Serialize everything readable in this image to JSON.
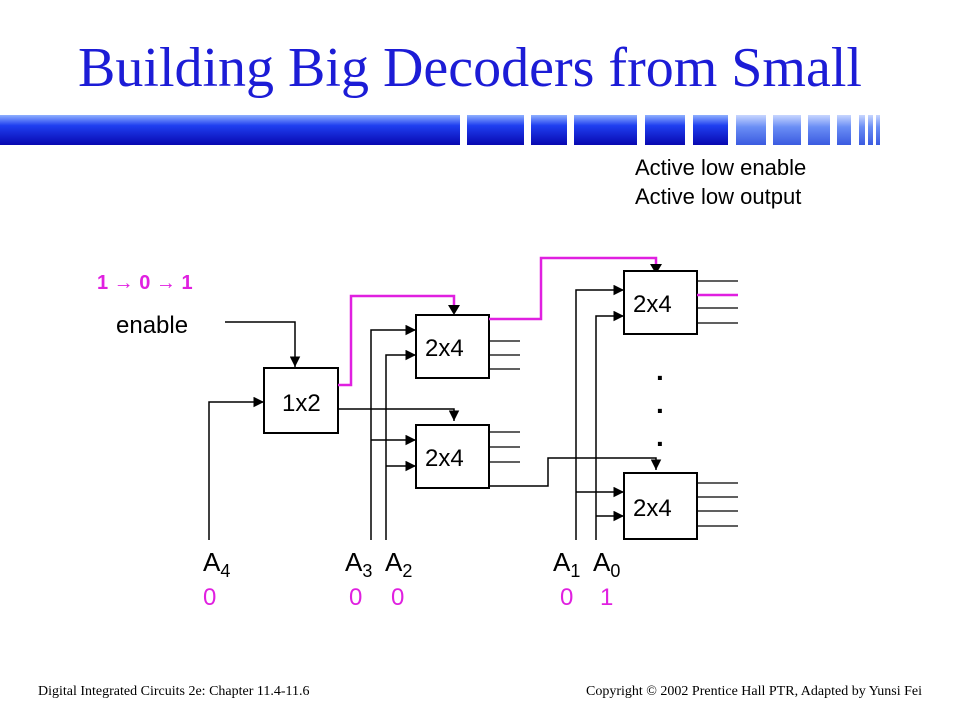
{
  "slide": {
    "title": "Building Big Decoders from Small",
    "notes": [
      "Active low enable",
      "Active low output"
    ],
    "footer_left": "Digital Integrated Circuits 2e: Chapter 11.4-11.6",
    "footer_right": "Copyright © 2002 Prentice Hall PTR, Adapted by Yunsi Fei"
  },
  "diagram": {
    "enable_label": "enable",
    "enable_sequence": "1 → 0 → 1",
    "blocks": {
      "first_stage": "1x2",
      "second_stage_top": "2x4",
      "second_stage_bottom": "2x4",
      "third_stage_top": "2x4",
      "third_stage_bottom": "2x4"
    },
    "inputs": [
      {
        "base": "A",
        "sub": "4",
        "value": "0"
      },
      {
        "base": "A",
        "sub": "3",
        "value": "0"
      },
      {
        "base": "A",
        "sub": "2",
        "value": "0"
      },
      {
        "base": "A",
        "sub": "1",
        "value": "0"
      },
      {
        "base": "A",
        "sub": "0",
        "value": "1"
      }
    ],
    "ellipsis": ".",
    "colors": {
      "title": "#1c1cd6",
      "active_path": "#e020e0",
      "values": "#e020e0",
      "bar_dark": "#0a0ad0",
      "bar_light": "#5a8cf0"
    }
  }
}
